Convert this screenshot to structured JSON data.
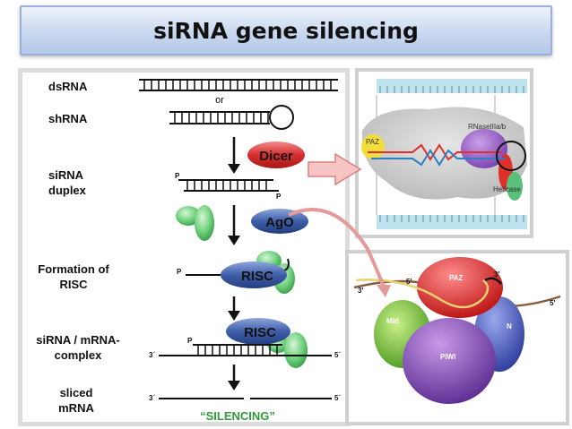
{
  "title": "siRNA gene silencing",
  "labels": {
    "dsrna": "dsRNA",
    "or": "or",
    "shrna": "shRNA",
    "sirna_duplex_1": "siRNA",
    "sirna_duplex_2": "duplex",
    "formation_1": "Formation of",
    "formation_2": "RISC",
    "complex_1": "siRNA / mRNA-",
    "complex_2": "complex",
    "sliced_1": "sliced",
    "sliced_2": "mRNA",
    "silencing": "“SILENCING”"
  },
  "proteins": {
    "dicer": "Dicer",
    "ago": "AgO",
    "risc_1": "RISC",
    "risc_2": "RISC"
  },
  "ends": {
    "p": "P",
    "three_prime": "3´",
    "five_prime": "5´"
  },
  "inset_top": {
    "paz": "PAZ",
    "rnase": "RNaseIIIa/b",
    "helicase": "Helicase"
  },
  "inset_bottom": {
    "paz": "PAZ",
    "mid": "Mid",
    "piwi": "PIWI",
    "n": "N",
    "three_prime": "3'",
    "five_prime": "5'",
    "five_prime_left": "5'",
    "three_prime_right": "3'"
  },
  "colors": {
    "dicer": "#d62f2f",
    "ago": "#3f5ea8",
    "green_protein": "#6ccf7a",
    "silencing_text": "#2f9a3a",
    "banner": "#c9d8f0"
  }
}
